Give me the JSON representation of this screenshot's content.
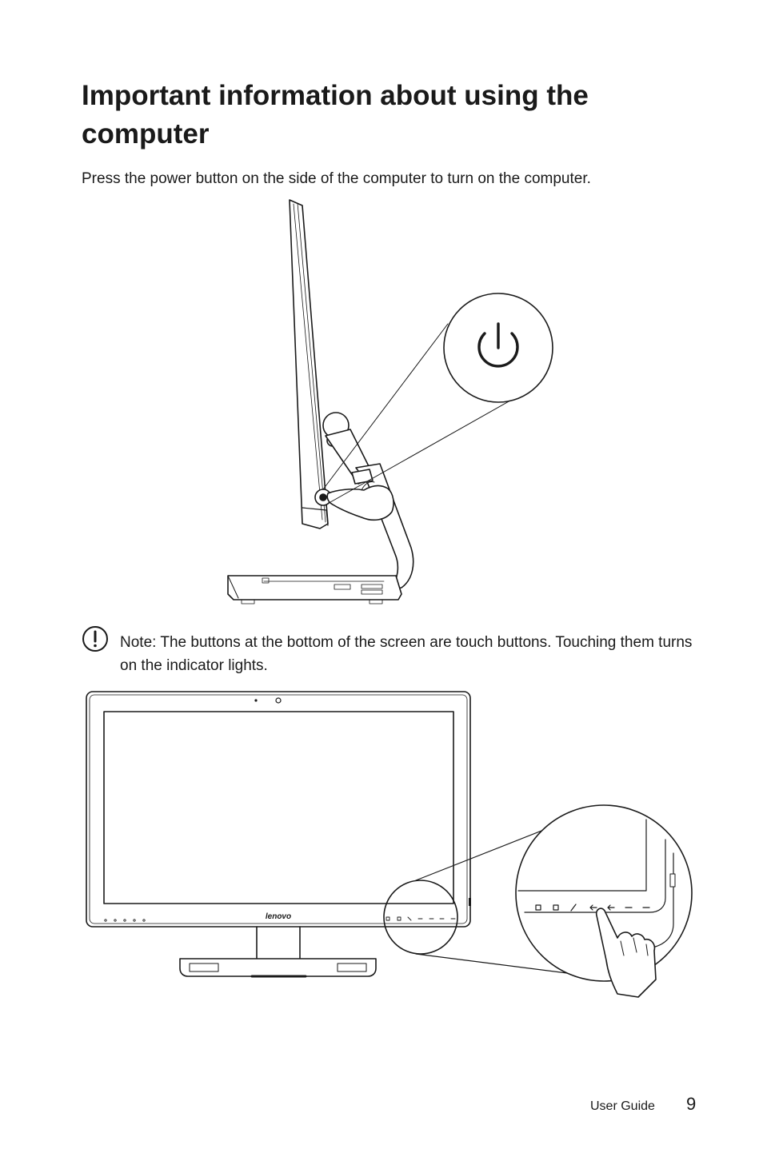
{
  "page": {
    "title": "Important information about using the computer",
    "intro": "Press the power button on the side of the computer to turn on the computer."
  },
  "note": {
    "label": "Note:",
    "text": " The buttons at the bottom of the screen are touch buttons. Touching them turns on the indicator lights."
  },
  "figures": {
    "monitor_brand": "lenovo"
  },
  "footer": {
    "label": "User Guide",
    "page_number": "9"
  }
}
